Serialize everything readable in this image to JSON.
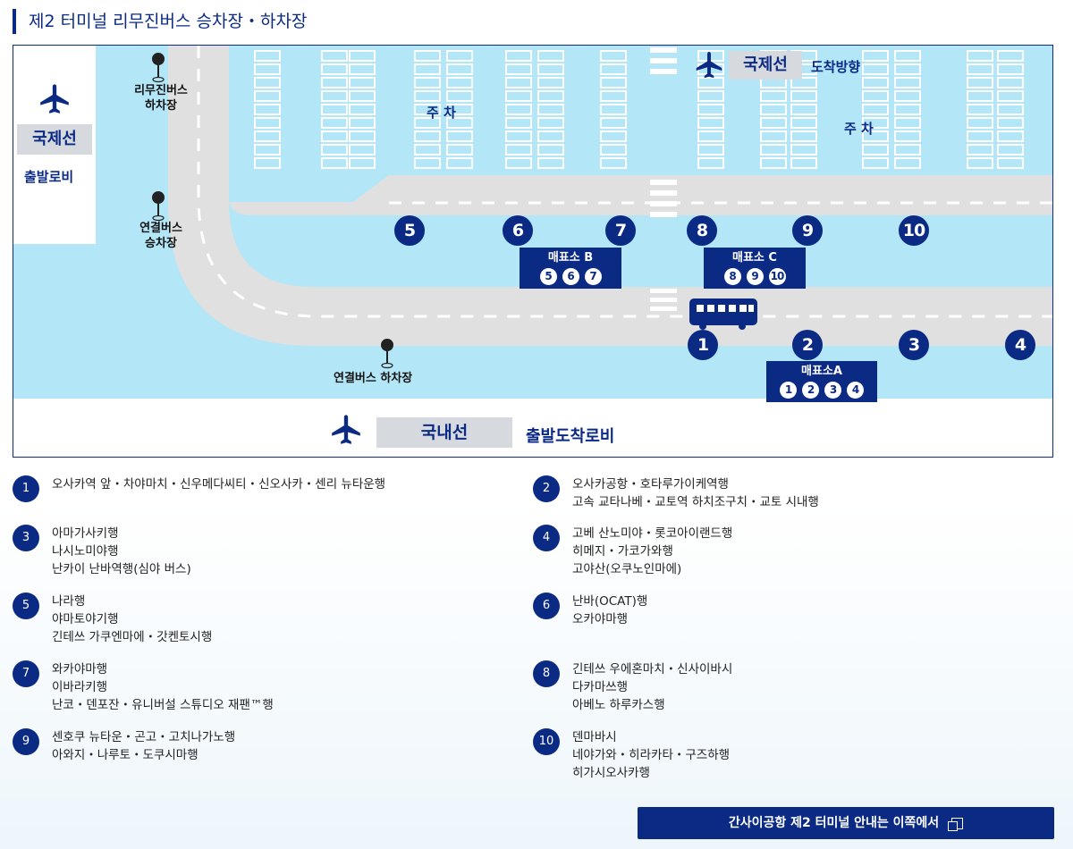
{
  "page_title": "제2 터미널 리무진버스 승차장・하차장",
  "map": {
    "intl_depart_label": "국제선",
    "intl_depart_sub": "출발로비",
    "intl_arrive_label": "국제선",
    "intl_arrive_sub": "도착방향",
    "domestic_label": "국내선",
    "domestic_sub": "출발도착로비",
    "parking_left": "주 차",
    "parking_right": "주 차",
    "limousine_dropoff": "리무진버스\n하차장",
    "connect_pickup": "연결버스\n승차장",
    "connect_dropoff": "연결버스 하차장",
    "stops_top": [
      "5",
      "6",
      "7",
      "8",
      "9",
      "10"
    ],
    "stops_bottom": [
      "1",
      "2",
      "3",
      "4"
    ],
    "kiosk_a": {
      "title": "매표소A",
      "numbers": [
        "1",
        "2",
        "3",
        "4"
      ]
    },
    "kiosk_b": {
      "title": "매표소 B",
      "numbers": [
        "5",
        "6",
        "7"
      ]
    },
    "kiosk_c": {
      "title": "매표소 C",
      "numbers": [
        "8",
        "9",
        "10"
      ]
    }
  },
  "routes": [
    {
      "num": "1",
      "lines": [
        "오사카역 앞・차야마치・신우메다씨티・신오사카・센리 뉴타운행"
      ]
    },
    {
      "num": "2",
      "lines": [
        "오사카공항・호타루가이케역행",
        "고속 교타나베・교토역 하치조구치・교토 시내행"
      ]
    },
    {
      "num": "3",
      "lines": [
        "아마가사키행",
        "나시노미야행",
        "난카이 난바역행(심야 버스)"
      ]
    },
    {
      "num": "4",
      "lines": [
        "고베 산노미야・롯코아이랜드행",
        "히메지・가코가와행",
        "고야산(오쿠노인마에)"
      ]
    },
    {
      "num": "5",
      "lines": [
        "나라행",
        "야마토야기행",
        "긴테쓰 가쿠엔마에・갓켄토시행"
      ]
    },
    {
      "num": "6",
      "lines": [
        "난바(OCAT)행",
        "오카야마행"
      ]
    },
    {
      "num": "7",
      "lines": [
        "와카야마행",
        "이바라키행",
        "난코・덴포잔・유니버설 스튜디오 재팬™행"
      ]
    },
    {
      "num": "8",
      "lines": [
        "긴테쓰 우에혼마치・신사이바시",
        "다카마쓰행",
        "아베노 하루카스행"
      ]
    },
    {
      "num": "9",
      "lines": [
        "센호쿠 뉴타운・곤고・고치나가노행",
        "아와지・나루토・도쿠시마행"
      ]
    },
    {
      "num": "10",
      "lines": [
        "덴마바시",
        "네야가와・히라카타・구즈하행",
        "히가시오사카행"
      ]
    }
  ],
  "cta_label": "간사이공항 제2 터미널 안내는 이쪽에서",
  "colors": {
    "navy": "#0b2a84",
    "water": "#b3e6f7",
    "road": "#e0e0e0"
  }
}
